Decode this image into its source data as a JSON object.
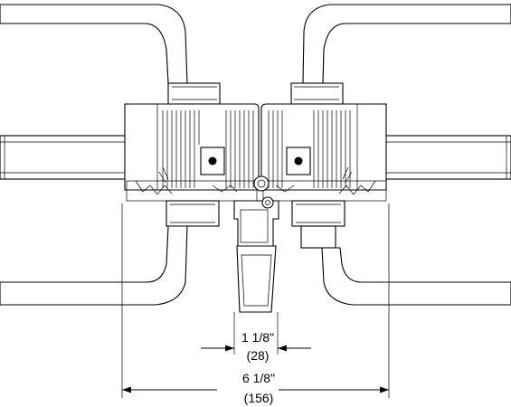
{
  "dimensions": {
    "inner": {
      "imperial": "1 1/8\"",
      "metric": "(28)"
    },
    "overall": {
      "imperial": "6 1/8\"",
      "metric": "(156)"
    }
  }
}
